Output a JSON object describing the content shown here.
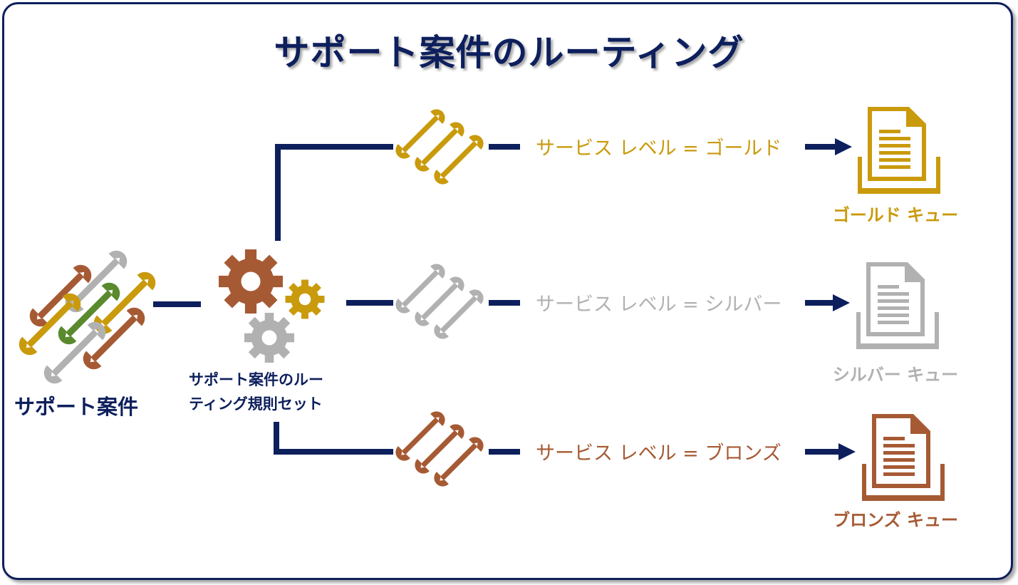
{
  "title": "サポート案件のルーティング",
  "source": {
    "label": "サポート案件"
  },
  "rule_set": {
    "label_line1": "サポート案件のルー",
    "label_line2": "ティング規則セット"
  },
  "colors": {
    "navy": "#0d1f5c",
    "gold": "#c99a0c",
    "silver": "#b1b1b1",
    "bronze": "#a65a34",
    "green": "#5a8a2e"
  },
  "routes": [
    {
      "condition": "サービス レベル = ゴールド",
      "queue": "ゴールド キュー",
      "color": "#c99a0c"
    },
    {
      "condition": "サービス レベル = シルバー",
      "queue": "シルバー キュー",
      "color": "#b1b1b1"
    },
    {
      "condition": "サービス レベル = ブロンズ",
      "queue": "ブロンズ キュー",
      "color": "#a65a34"
    }
  ],
  "icons": {
    "source": "wrench-cluster-icon",
    "rules": "gears-icon",
    "route": "wrenches-icon",
    "queue": "document-tray-icon"
  }
}
